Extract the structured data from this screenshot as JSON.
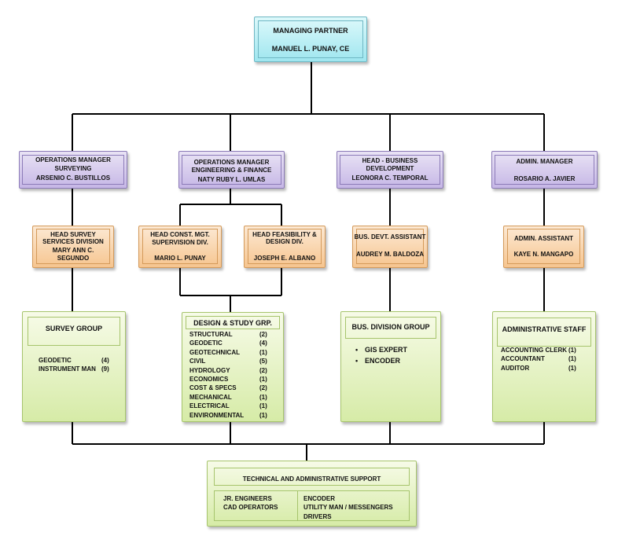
{
  "managing_partner": {
    "title": "MANAGING PARTNER",
    "name": "MANUEL L. PUNAY, CE"
  },
  "managers": [
    {
      "title_lines": [
        "OPERATIONS MANAGER",
        "SURVEYING"
      ],
      "name": "ARSENIO C. BUSTILLOS"
    },
    {
      "title_lines": [
        "OPERATIONS  MANAGER",
        "ENGINEERING & FINANCE"
      ],
      "name": "NATY RUBY L. UMLAS"
    },
    {
      "title_lines": [
        "HEAD - BUSINESS",
        "DEVELOPMENT"
      ],
      "name": "LEONORA C. TEMPORAL"
    },
    {
      "title_lines": [
        "ADMIN. MANAGER"
      ],
      "name": "ROSARIO A. JAVIER"
    }
  ],
  "heads": [
    {
      "title_lines": [
        "HEAD SURVEY",
        "SERVICES DIVISION"
      ],
      "name_lines": [
        "MARY ANN C.",
        "SEGUNDO"
      ]
    },
    {
      "title_lines": [
        "HEAD CONST. MGT.",
        "SUPERVISION DIV."
      ],
      "name_lines": [
        "MARIO L. PUNAY"
      ]
    },
    {
      "title_lines": [
        "HEAD FEASIBILITY &",
        "DESIGN DIV."
      ],
      "name_lines": [
        "JOSEPH E. ALBANO"
      ]
    },
    {
      "title_lines": [
        "BUS. DEVT. ASSISTANT"
      ],
      "name_lines": [
        "AUDREY M. BALDOZA"
      ]
    },
    {
      "title_lines": [
        "ADMIN. ASSISTANT"
      ],
      "name_lines": [
        "KAYE  N. MANGAPO"
      ]
    }
  ],
  "groups": {
    "survey": {
      "title": "SURVEY   GROUP",
      "items": [
        {
          "label": "GEODETIC",
          "count": "(4)"
        },
        {
          "label": "INSTRUMENT MAN",
          "count": "(9)"
        }
      ]
    },
    "design": {
      "title": "DESIGN & STUDY GRP.",
      "items": [
        {
          "label": "STRUCTURAL",
          "count": "(2)"
        },
        {
          "label": "GEODETIC",
          "count": "(4)"
        },
        {
          "label": "GEOTECHNICAL",
          "count": "(1)"
        },
        {
          "label": "CIVIL",
          "count": "(5)"
        },
        {
          "label": "HYDROLOGY",
          "count": "(2)"
        },
        {
          "label": "ECONOMICS",
          "count": "(1)"
        },
        {
          "label": "COST & SPECS",
          "count": "(2)"
        },
        {
          "label": "MECHANICAL",
          "count": "(1)"
        },
        {
          "label": "ELECTRICAL",
          "count": "(1)"
        },
        {
          "label": "ENVIRONMENTAL",
          "count": "(1)"
        }
      ]
    },
    "business": {
      "title": "BUS. DIVISION GROUP",
      "items": [
        "GIS EXPERT",
        "ENCODER"
      ]
    },
    "admin": {
      "title": "ADMINISTRATIVE STAFF",
      "items": [
        {
          "label": "ACCOUNTING CLERK",
          "count": "(1)"
        },
        {
          "label": "ACCOUNTANT",
          "count": "(1)"
        },
        {
          "label": "AUDITOR",
          "count": "(1)"
        }
      ]
    }
  },
  "support": {
    "title": "TECHNICAL AND ADMINISTRATIVE SUPPORT",
    "left": [
      "JR. ENGINEERS",
      "CAD OPERATORS"
    ],
    "right": [
      "ENCODER",
      "UTILITY MAN / MESSENGERS",
      "DRIVERS"
    ]
  }
}
